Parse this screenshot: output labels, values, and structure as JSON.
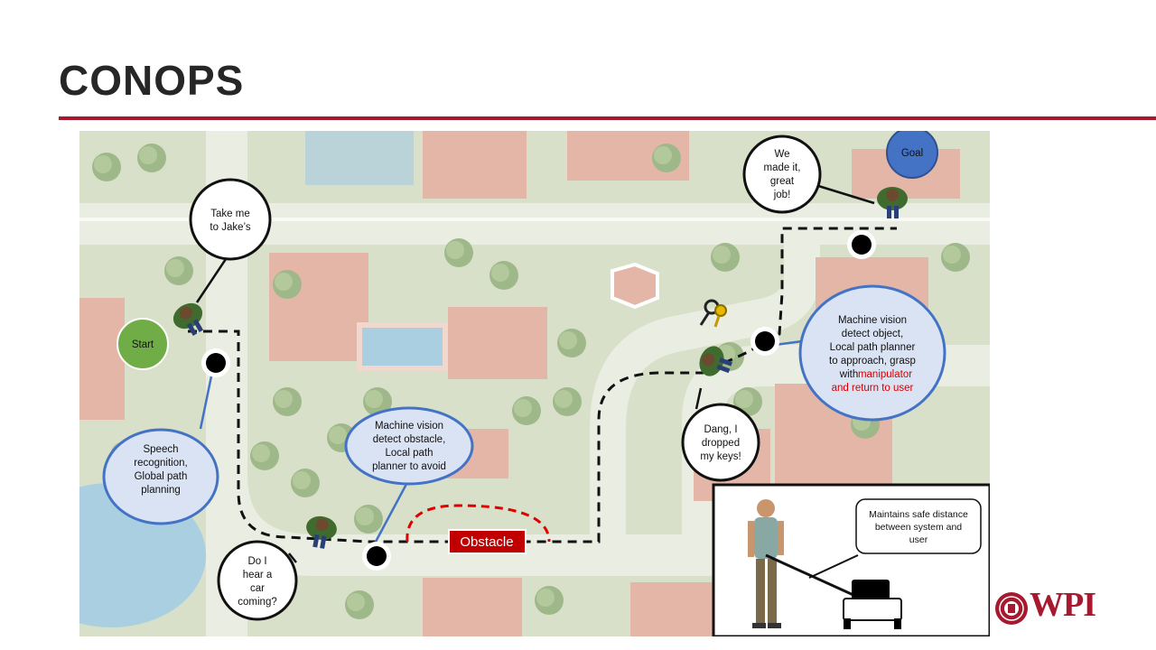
{
  "slide": {
    "title": "CONOPS"
  },
  "diagram": {
    "start_label": "Start",
    "goal_label": "Goal",
    "obstacle_label": "Obstacle",
    "bubble_take_me": [
      "Take me",
      "to Jake’s"
    ],
    "bubble_speech": [
      "Speech",
      "recognition,",
      "Global path",
      "planning"
    ],
    "bubble_car": [
      "Do I",
      "hear a",
      "car",
      "coming?"
    ],
    "bubble_mv_obstacle": [
      "Machine vision",
      "detect obstacle,",
      "Local path",
      "planner to avoid"
    ],
    "bubble_dropped": [
      "Dang, I",
      "dropped",
      "my keys!"
    ],
    "bubble_mv_object": [
      "Machine vision",
      "detect object,",
      "Local path planner",
      "to approach, grasp",
      "with"
    ],
    "bubble_mv_object_red_1": "manipulator",
    "bubble_mv_object_red_2": "and return to user",
    "bubble_made_it": [
      "We",
      "made it,",
      "great",
      "job!"
    ],
    "inset_callout": [
      "Maintains safe distance",
      "between system and",
      "user"
    ]
  },
  "colors": {
    "accent": "#a6192e",
    "start_green": "#70ad47",
    "goal_blue": "#4472c4",
    "obstacle_red": "#c00000",
    "bubble_fill": "#dae3f3",
    "bubble_border": "#4472c4"
  },
  "branding": {
    "logo_text": "WPI"
  }
}
